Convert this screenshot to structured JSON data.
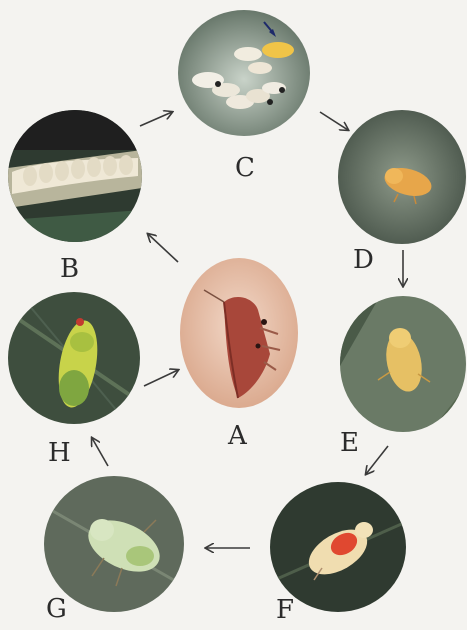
{
  "figure": {
    "stages": [
      {
        "id": "A",
        "label": "A",
        "subject": "adult-insect"
      },
      {
        "id": "B",
        "label": "B",
        "subject": "egg-row-on-leaf"
      },
      {
        "id": "C",
        "label": "C",
        "subject": "hatching-eggs"
      },
      {
        "id": "D",
        "label": "D",
        "subject": "first-instar-nymph"
      },
      {
        "id": "E",
        "label": "E",
        "subject": "second-instar-nymph"
      },
      {
        "id": "F",
        "label": "F",
        "subject": "third-instar-nymph"
      },
      {
        "id": "G",
        "label": "G",
        "subject": "fourth-instar-nymph"
      },
      {
        "id": "H",
        "label": "H",
        "subject": "fifth-instar-nymph"
      }
    ],
    "cycle_order": [
      "A",
      "B",
      "C",
      "D",
      "E",
      "F",
      "G",
      "H",
      "A"
    ],
    "colors": {
      "background": "#f4f3f0",
      "leaf_dark": "#3c4a3e",
      "leaf_mid": "#6b7a66",
      "nymph_yellow": "#e8c060",
      "adult_red": "#a8473a",
      "arrow": "#3a3a3a"
    }
  }
}
